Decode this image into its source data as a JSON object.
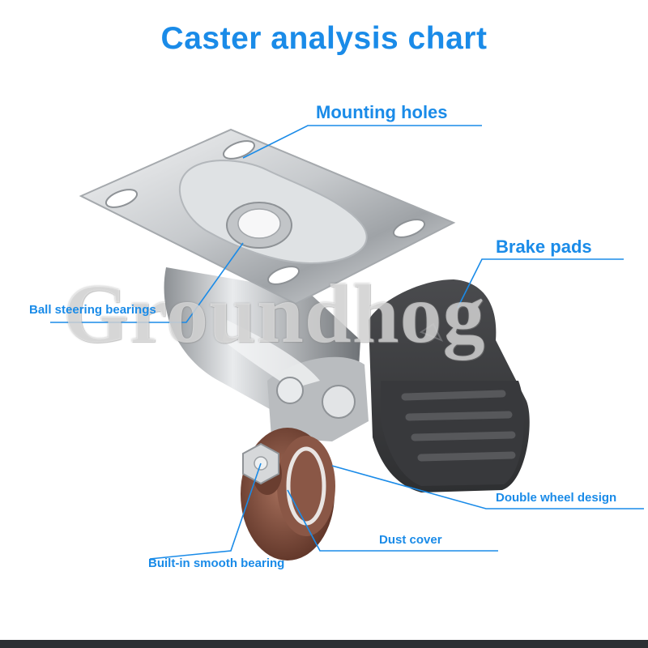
{
  "title": "Caster analysis chart",
  "watermark": "Groundhog",
  "callouts": {
    "mounting_holes": "Mounting holes",
    "brake_pads": "Brake pads",
    "ball_steering_bearings": "Ball steering bearings",
    "double_wheel_design": "Double wheel design",
    "dust_cover": "Dust cover",
    "built_in_smooth_bearing": "Built-in smooth bearing"
  },
  "colors": {
    "accent": "#1a8be8",
    "metal": "#c9ccd0",
    "brake": "#3c3d40",
    "wheel": "#7a4a3a",
    "bar": "#2b2f33"
  }
}
